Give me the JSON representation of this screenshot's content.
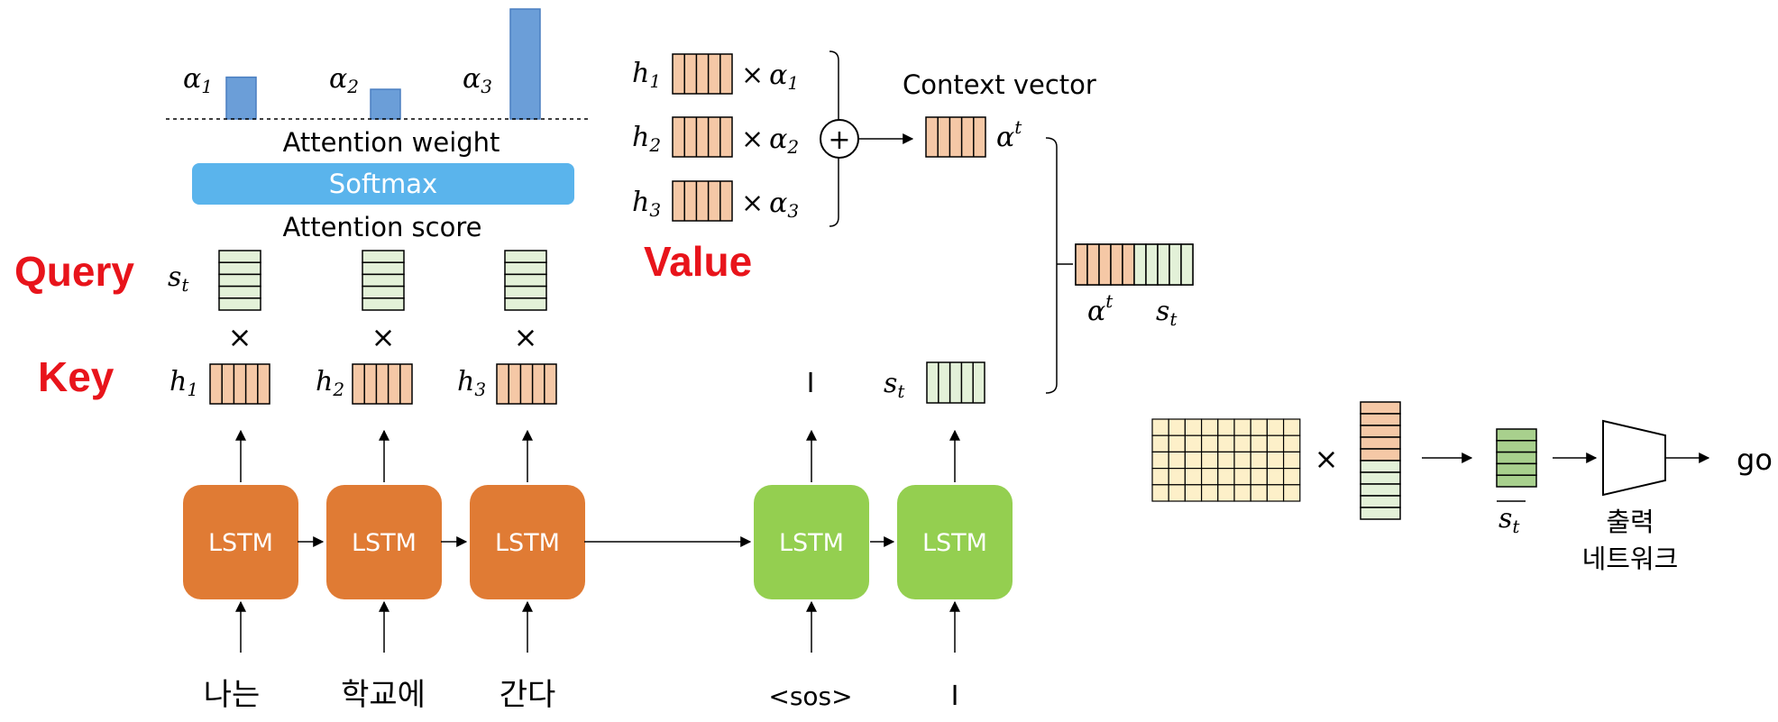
{
  "attention": {
    "alpha_symbol": "α",
    "alpha_subs": [
      "1",
      "2",
      "3"
    ],
    "alpha_levels": [
      0.38,
      0.27,
      1.0
    ],
    "weight_label": "Attention weight",
    "softmax_label": "Softmax",
    "score_label": "Attention score"
  },
  "roles": {
    "query": "Query",
    "key": "Key",
    "value": "Value"
  },
  "symbols": {
    "s": "s",
    "t": "t",
    "h": "h",
    "alpha": "α",
    "times": "×",
    "h_subs": [
      "1",
      "2",
      "3"
    ]
  },
  "value_block": {
    "context_label": "Context vector",
    "plus": "+"
  },
  "encoder": {
    "cell_label": "LSTM",
    "inputs": [
      "나는",
      "학교에",
      "간다"
    ]
  },
  "decoder": {
    "cell_label": "LSTM",
    "inputs": [
      "<sos>",
      "I"
    ],
    "outputs": [
      "I"
    ]
  },
  "output_net": {
    "label_line1": "출력",
    "label_line2": "네트워크",
    "result": "go"
  },
  "colors": {
    "encoder_cell": "#e07b34",
    "decoder_cell": "#94cf50",
    "softmax_bar": "#5ab4ec",
    "attention_bar": "#6b9ed8",
    "key_vector": "#f5c8a6",
    "query_vector": "#e3f1d8",
    "query_dark": "#a8d08d",
    "matrix": "#fdf0c9",
    "role_text": "#e8141b"
  }
}
